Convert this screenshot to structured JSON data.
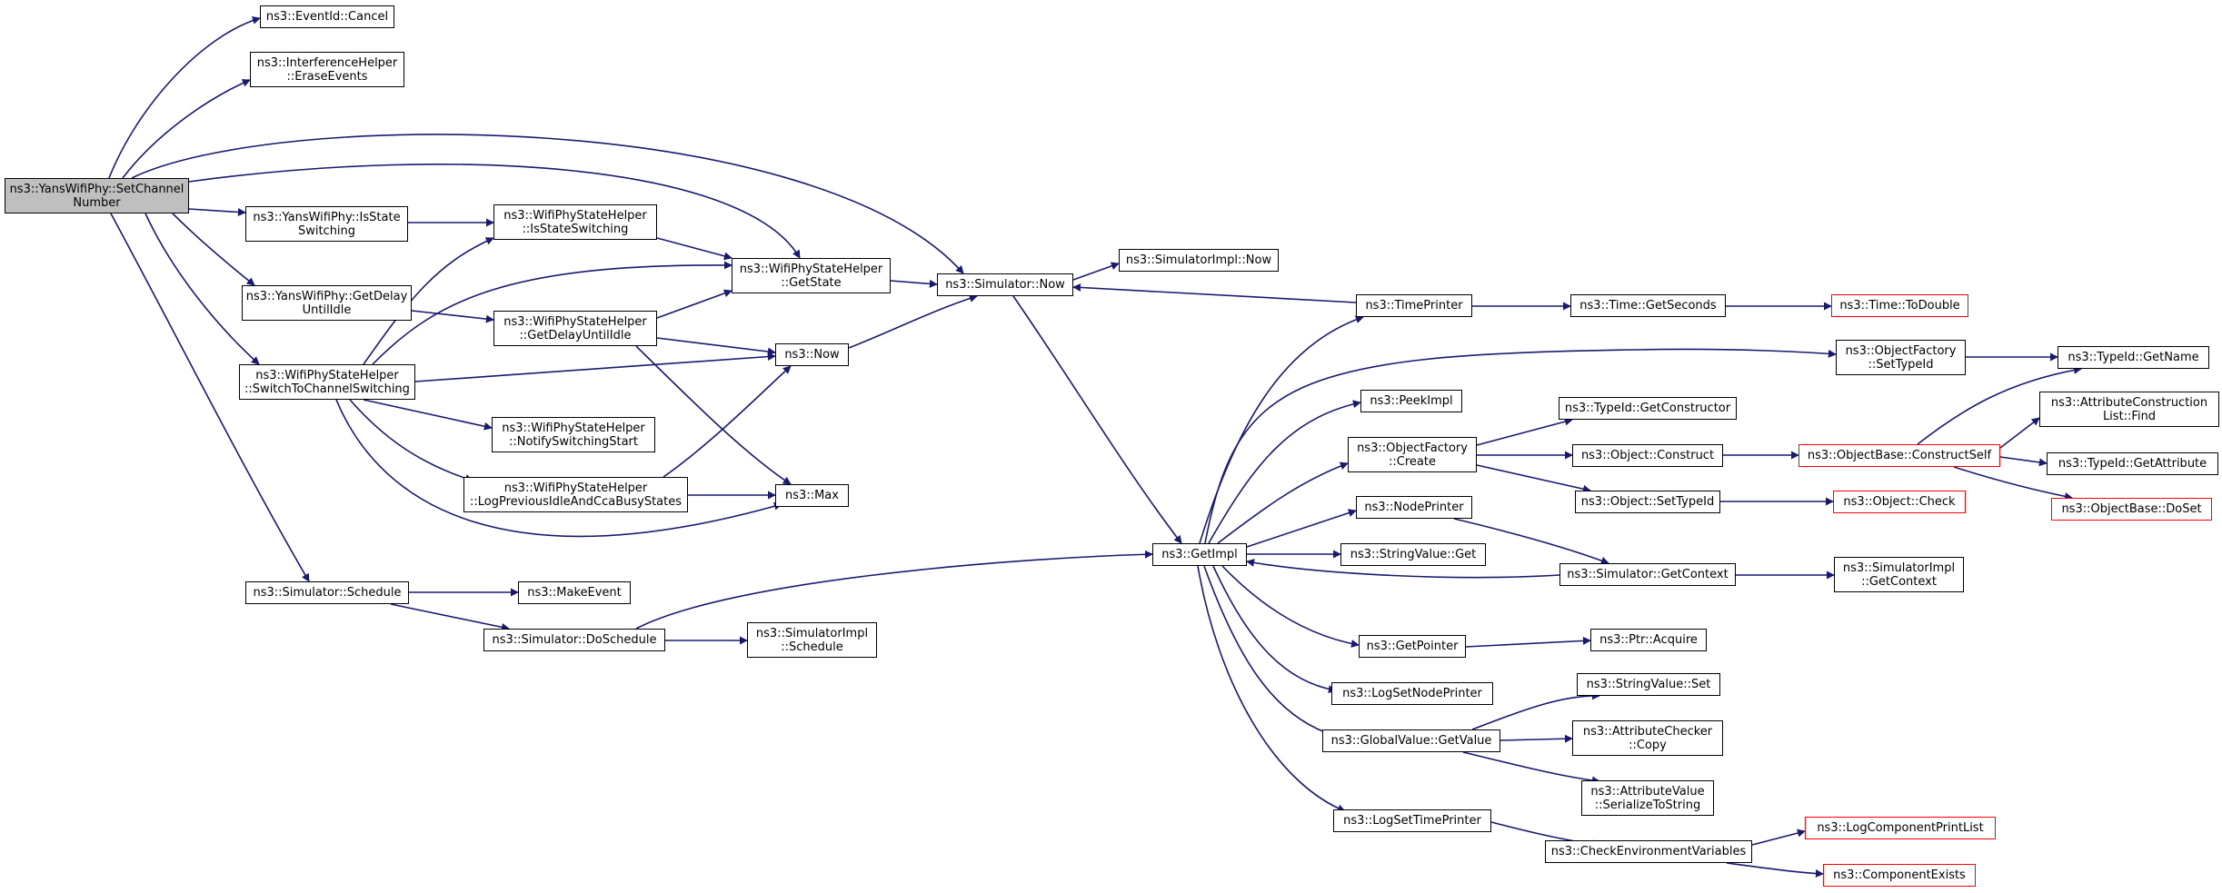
{
  "nodes": {
    "root": [
      "ns3::YansWifiPhy::SetChannel",
      "Number"
    ],
    "eventid_cancel": [
      "ns3::EventId::Cancel"
    ],
    "interference_erase": [
      "ns3::InterferenceHelper",
      "::EraseEvents"
    ],
    "yans_isstate": [
      "ns3::YansWifiPhy::IsState",
      "Switching"
    ],
    "yans_getdelay": [
      "ns3::YansWifiPhy::GetDelay",
      "UntilIdle"
    ],
    "switchto": [
      "ns3::WifiPhyStateHelper",
      "::SwitchToChannelSwitching"
    ],
    "sim_schedule": [
      "ns3::Simulator::Schedule"
    ],
    "wpsh_isstate": [
      "ns3::WifiPhyStateHelper",
      "::IsStateSwitching"
    ],
    "wpsh_getdelay": [
      "ns3::WifiPhyStateHelper",
      "::GetDelayUntilIdle"
    ],
    "wpsh_notify": [
      "ns3::WifiPhyStateHelper",
      "::NotifySwitchingStart"
    ],
    "wpsh_logprev": [
      "ns3::WifiPhyStateHelper",
      "::LogPreviousIdleAndCcaBusyStates"
    ],
    "makeevent": [
      "ns3::MakeEvent"
    ],
    "sim_doschedule": [
      "ns3::Simulator::DoSchedule"
    ],
    "wpsh_getstate": [
      "ns3::WifiPhyStateHelper",
      "::GetState"
    ],
    "now": [
      "ns3::Now"
    ],
    "max": [
      "ns3::Max"
    ],
    "simimpl_schedule": [
      "ns3::SimulatorImpl",
      "::Schedule"
    ],
    "sim_now": [
      "ns3::Simulator::Now"
    ],
    "simimpl_now": [
      "ns3::SimulatorImpl::Now"
    ],
    "getimpl": [
      "ns3::GetImpl"
    ],
    "timeprinter": [
      "ns3::TimePrinter"
    ],
    "peekimpl": [
      "ns3::PeekImpl"
    ],
    "objfactory_create": [
      "ns3::ObjectFactory",
      "::Create"
    ],
    "nodeprinter": [
      "ns3::NodePrinter"
    ],
    "stringvalue_get": [
      "ns3::StringValue::Get"
    ],
    "getpointer": [
      "ns3::GetPointer"
    ],
    "logsetnodeprinter": [
      "ns3::LogSetNodePrinter"
    ],
    "globalvalue_getvalue": [
      "ns3::GlobalValue::GetValue"
    ],
    "logsettimeprinter": [
      "ns3::LogSetTimePrinter"
    ],
    "time_getseconds": [
      "ns3::Time::GetSeconds"
    ],
    "objfactory_settypeid": [
      "ns3::ObjectFactory",
      "::SetTypeId"
    ],
    "typeid_getconstructor": [
      "ns3::TypeId::GetConstructor"
    ],
    "object_construct": [
      "ns3::Object::Construct"
    ],
    "object_settypeid": [
      "ns3::Object::SetTypeId"
    ],
    "sim_getcontext": [
      "ns3::Simulator::GetContext"
    ],
    "ptr_acquire": [
      "ns3::Ptr::Acquire"
    ],
    "stringvalue_set": [
      "ns3::StringValue::Set"
    ],
    "attrchecker_copy": [
      "ns3::AttributeChecker",
      "::Copy"
    ],
    "attrvalue_serialize": [
      "ns3::AttributeValue",
      "::SerializeToString"
    ],
    "checkenv": [
      "ns3::CheckEnvironmentVariables"
    ],
    "time_todouble": [
      "ns3::Time::ToDouble"
    ],
    "objbase_constructself": [
      "ns3::ObjectBase::ConstructSelf"
    ],
    "object_check": [
      "ns3::Object::Check"
    ],
    "simimpl_getcontext": [
      "ns3::SimulatorImpl",
      "::GetContext"
    ],
    "logcomponentprintlist": [
      "ns3::LogComponentPrintList"
    ],
    "componentexists": [
      "ns3::ComponentExists"
    ],
    "typeid_getname": [
      "ns3::TypeId::GetName"
    ],
    "attrconstruction_find": [
      "ns3::AttributeConstruction",
      "List::Find"
    ],
    "typeid_getattribute": [
      "ns3::TypeId::GetAttribute"
    ],
    "objbase_doset": [
      "ns3::ObjectBase::DoSet"
    ]
  },
  "colors": {
    "edge": "#191970",
    "node_border": "#000000",
    "incomplete_border": "#ff0000",
    "root_fill": "#bfbfbf"
  }
}
